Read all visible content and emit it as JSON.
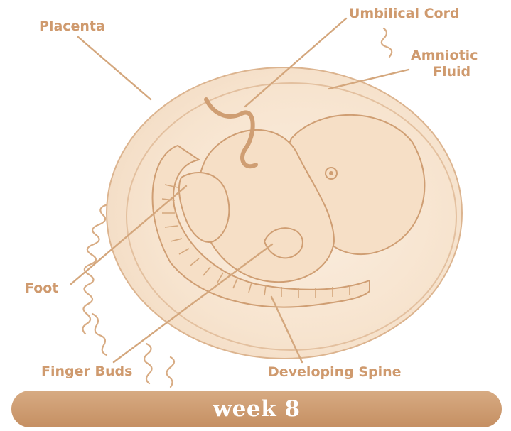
{
  "labels": {
    "placenta": "Placenta",
    "umbilical_cord": "Umbilical Cord",
    "amniotic_fluid_line1": "Amniotic",
    "amniotic_fluid_line2": "Fluid",
    "foot": "Foot",
    "finger_buds": "Finger Buds",
    "developing_spine": "Developing Spine"
  },
  "banner": {
    "text": "week 8"
  },
  "colors": {
    "label_text": "#cf9a6e",
    "line": "#d4a77d",
    "banner": "#c9956a",
    "sac_fill": "#fbf0e4"
  }
}
